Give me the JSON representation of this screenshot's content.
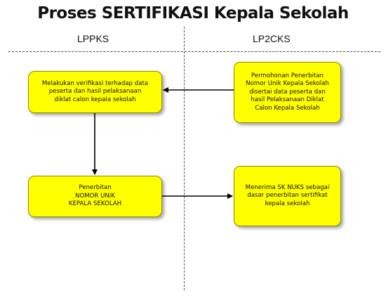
{
  "title": "Proses SERTIFIKASI Kepala Sekolah",
  "lanes": {
    "left": "LPPKS",
    "right": "LP2CKS"
  },
  "boxes": {
    "verifikasi": "Melakukan verifikasi terhadap data\npeserta dan hasil pelaksanaan\ndiklat calon kepala sekolah",
    "permohonan": "Permohonan Penerbitan\nNomor Unik Kepala Sekolah\ndisertai data peserta dan\nhasil Pelaksanaan Diklat\nCalon Kepala Sekolah",
    "penerbitan": "Penerbitan\nNOMOR UNIK\nKEPALA SEKOLAH",
    "menerima": "Menerima SK NUKS sebagai\ndasar penerbitan sertifikat\nkepala sekolah"
  },
  "colors": {
    "box_fill": "#ffff00",
    "box_border": "#8c8c00",
    "arrow": "#000000"
  }
}
